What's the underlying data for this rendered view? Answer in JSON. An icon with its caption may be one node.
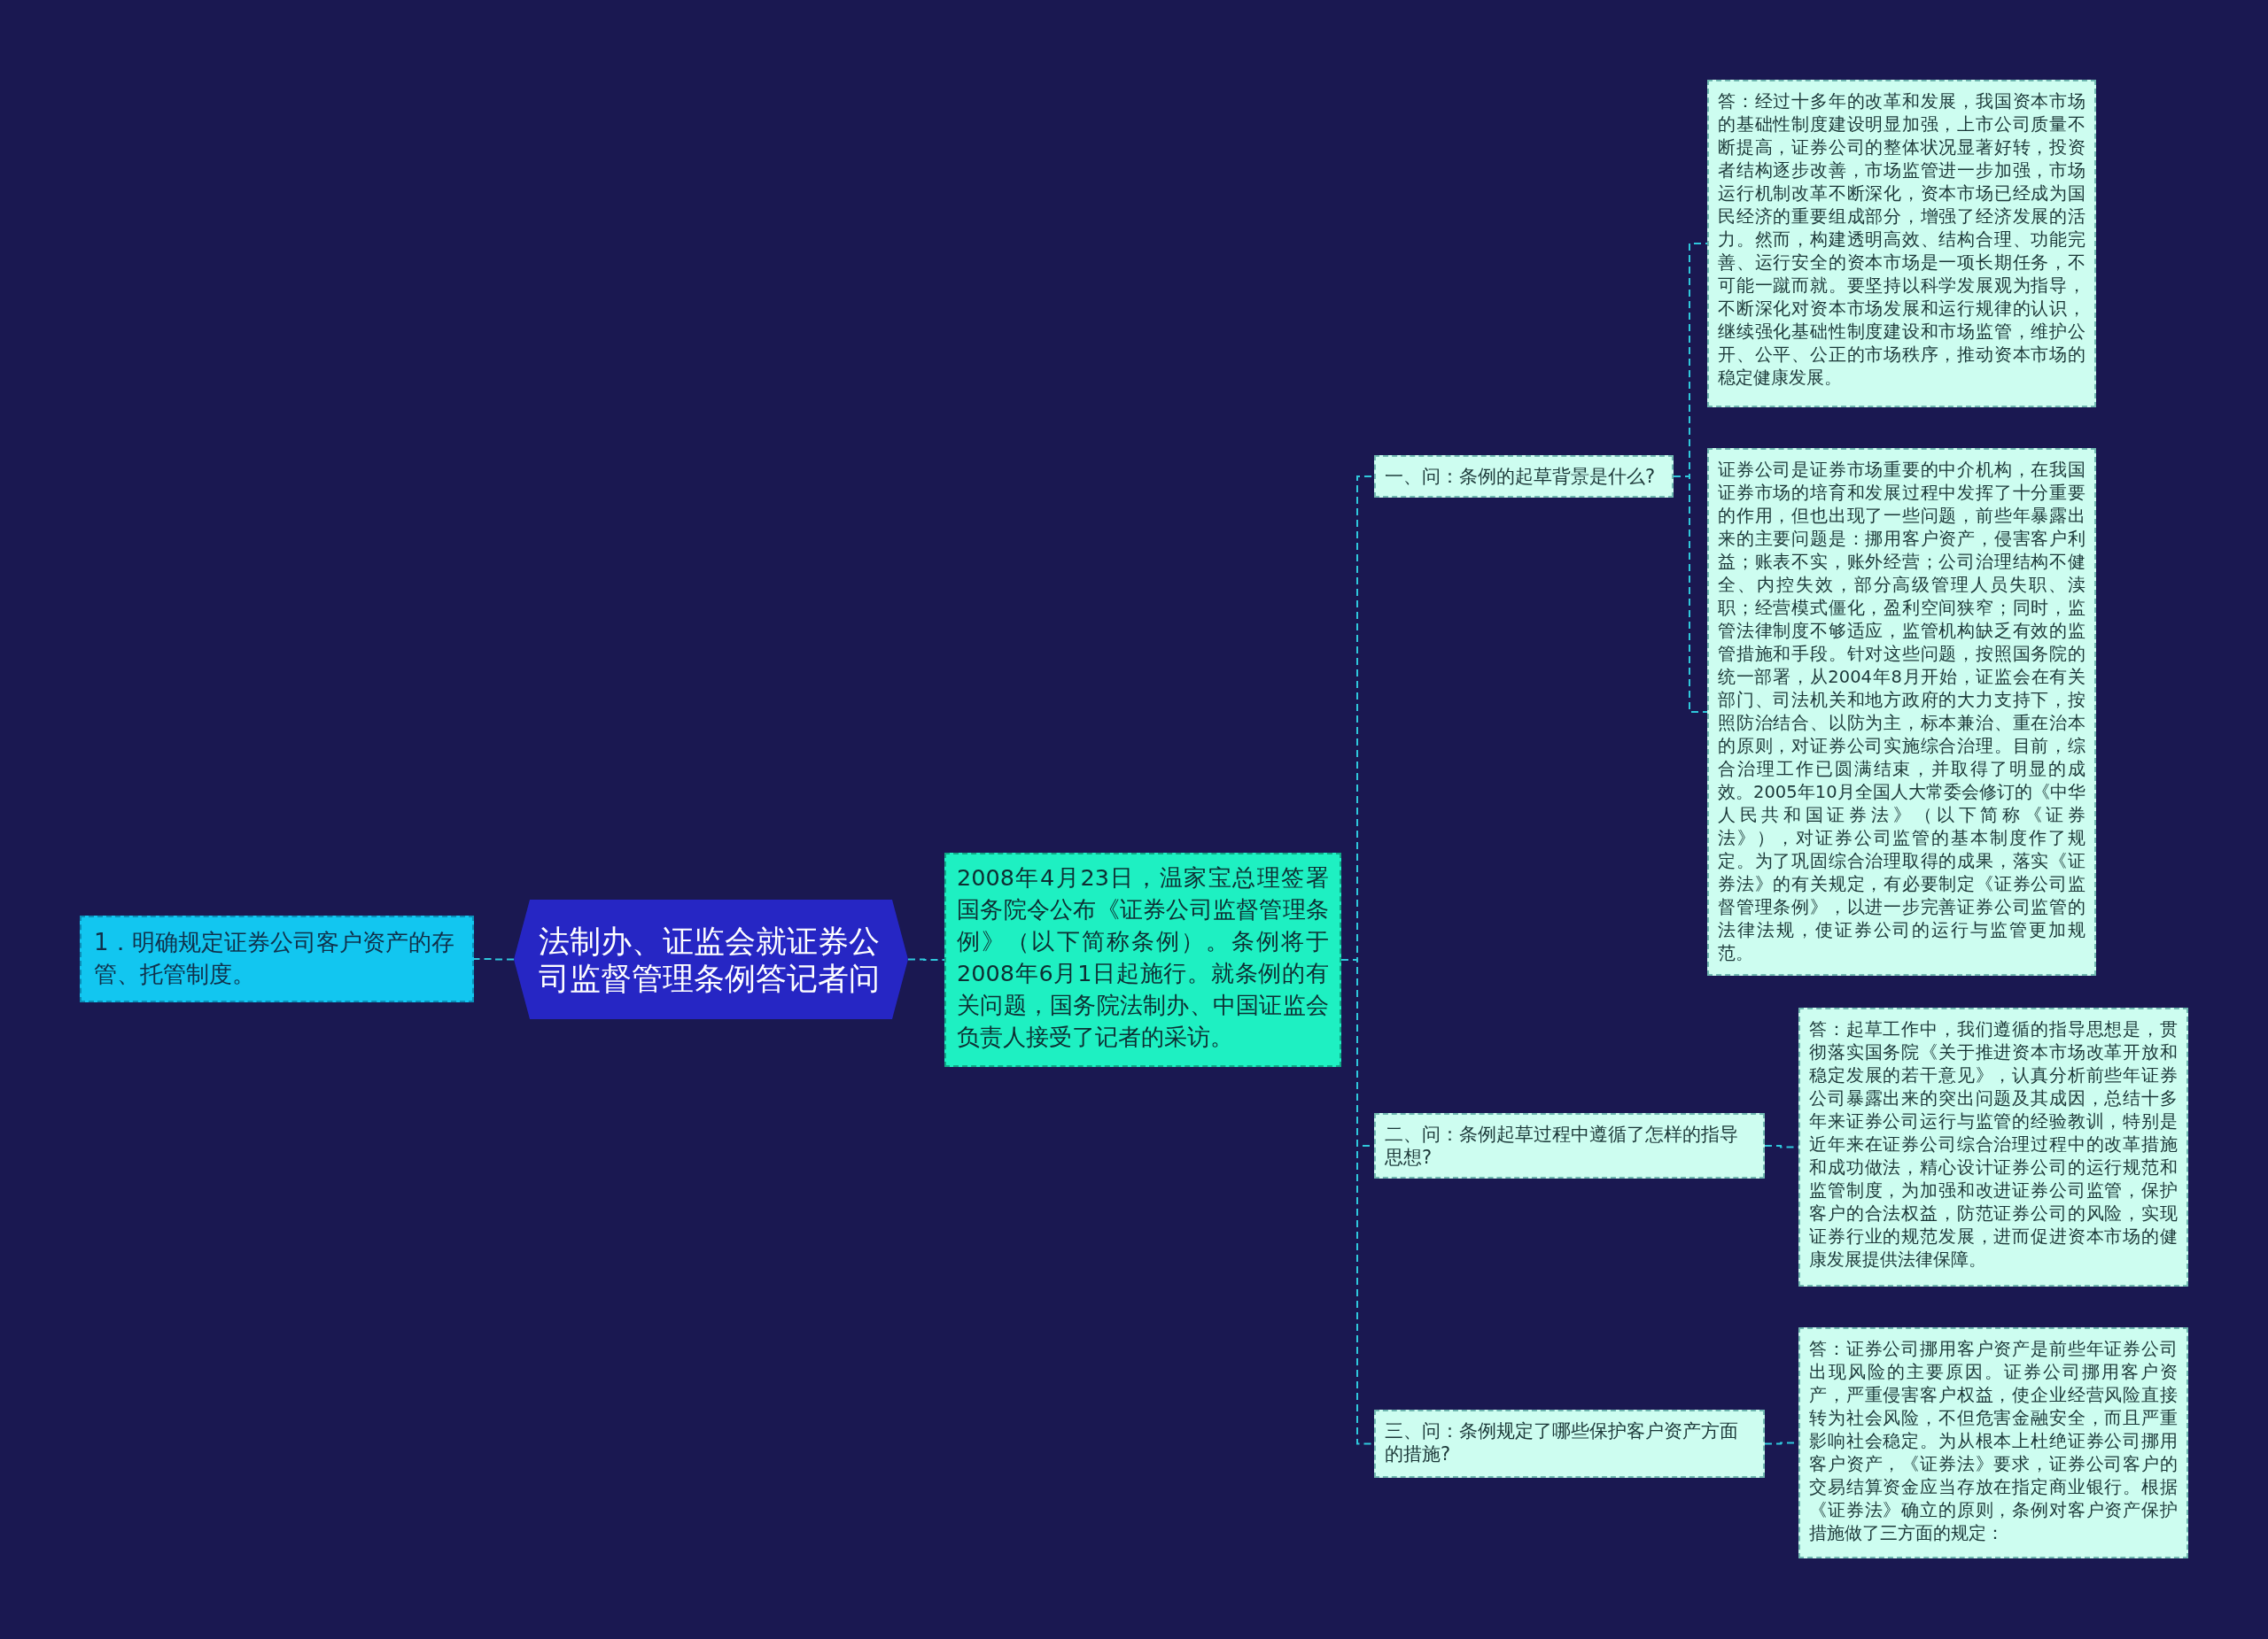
{
  "diagram": {
    "nodes": [
      {
        "text": [
          "法制办、证监会就证券公司监督管理条例答记者问"
        ]
      },
      {
        "text": [
          "1．明确规定证券公司客户资产的存管、托管制度。"
        ]
      },
      {
        "text": [
          "2008年4月23日，温家宝总理签署国务院令公布《证券公司监督管理条例》（以下简称条例）。条例将于2008年6月1日起施行。就条例的有关问题，国务院法制办、中国证监会负责人接受了记者的采访。"
        ]
      },
      {
        "text": [
          "一、问：条例的起草背景是什么?"
        ]
      },
      {
        "text": [
          "答：经过十多年的改革和发展，我国资本市场的基础性制度建设明显加强，上市公司质量不断提高，证券公司的整体状况显著好转，投资者结构逐步改善，市场监管进一步加强，市场运行机制改革不断深化，资本市场已经成为国民经济的重要组成部分，增强了经济发展的活力。然而，构建透明高效、结构合理、功能完善、运行安全的资本市场是一项长期任务，不可能一蹴而就。要坚持以科学发展观为指导，不断深化对资本市场发展和运行规律的认识，继续强化基础性制度建设和市场监管，维护公开、公平、公正的市场秩序，推动资本市场的稳定健康发展。"
        ]
      },
      {
        "text": [
          "证券公司是证券市场重要的中介机构，在我国证券市场的培育和发展过程中发挥了十分重要的作用，但也出现了一些问题，前些年暴露出来的主要问题是：挪用客户资产，侵害客户利益；账表不实，账外经营；公司治理结构不健全、内控失效，部分高级管理人员失职、渎职；经营模式僵化，盈利空间狭窄；同时，监管法律制度不够适应，监管机构缺乏有效的监管措施和手段。针对这些问题，按照国务院的统一部署，从2004年8月开始，证监会在有关部门、司法机关和地方政府的大力支持下，按照防治结合、以防为主，标本兼治、重在治本的原则，对证券公司实施综合治理。目前，综合治理工作已圆满结束，并取得了明显的成效。2005年10月全国人大常委会修订的《中华人民共和国证券法》（以下简称《证券法》），对证券公司监管的基本制度作了规定。为了巩固综合治理取得的成果，落实《证券法》的有关规定，有必要制定《证券公司监督管理条例》，以进一步完善证券公司监管的法律法规，使证券公司的运行与监管更加规范。"
        ]
      },
      {
        "text": [
          "二、问：条例起草过程中遵循了怎样的指导思想?"
        ]
      },
      {
        "text": [
          "答：起草工作中，我们遵循的指导思想是，贯彻落实国务院《关于推进资本市场改革开放和稳定发展的若干意见》，认真分析前些年证券公司暴露出来的突出问题及其成因，总结十多年来证券公司运行与监管的经验教训，特别是近年来在证券公司综合治理过程中的改革措施和成功做法，精心设计证券公司的运行规范和监管制度，为加强和改进证券公司监管，保护客户的合法权益，防范证券公司的风险，实现证券行业的规范发展，进而促进资本市场的健康发展提供法律保障。"
        ]
      },
      {
        "text": [
          "三、问：条例规定了哪些保护客户资产方面的措施?"
        ]
      },
      {
        "text": [
          "答：证券公司挪用客户资产是前些年证券公司出现风险的主要原因。证券公司挪用客户资产，严重侵害客户权益，使企业经营风险直接转为社会风险，不但危害金融安全，而且严重影响社会稳定。为从根本上杜绝证券公司挪用客户资产，《证券法》要求，证券公司客户的交易结算资金应当存放在指定商业银行。根据《证券法》确立的原则，条例对客户资产保护措施做了三方面的规定："
        ]
      }
    ],
    "edges": [
      {
        "from": 0,
        "to": 1,
        "arrow": "none"
      },
      {
        "from": 0,
        "to": 2,
        "arrow": "none"
      },
      {
        "from": 2,
        "to": 3,
        "arrow": "none"
      },
      {
        "from": 2,
        "to": 6,
        "arrow": "none"
      },
      {
        "from": 2,
        "to": 8,
        "arrow": "none"
      },
      {
        "from": 3,
        "to": 4,
        "arrow": "none"
      },
      {
        "from": 3,
        "to": 5,
        "arrow": "none"
      },
      {
        "from": 6,
        "to": 7,
        "arrow": "none"
      },
      {
        "from": 8,
        "to": 9,
        "arrow": "none"
      }
    ]
  }
}
